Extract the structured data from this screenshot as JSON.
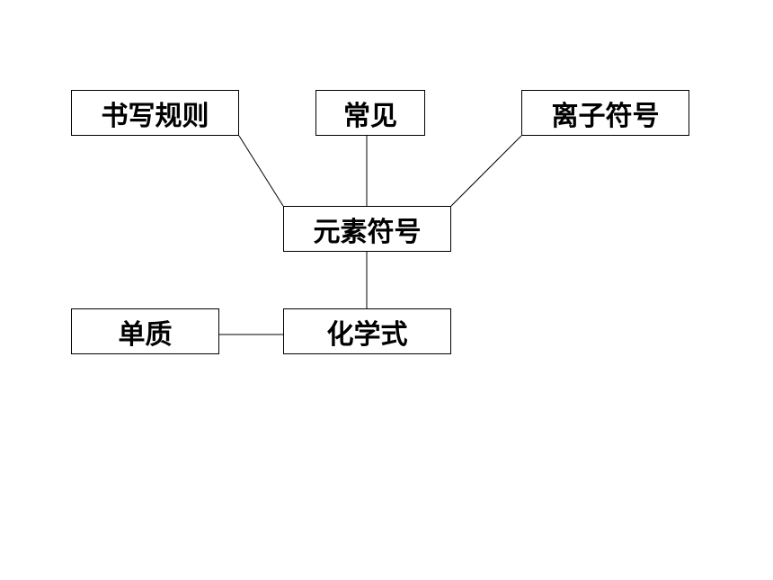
{
  "diagram": {
    "nodes": {
      "writing_rules": "书写规则",
      "common": "常见",
      "ion_symbol": "离子符号",
      "element_symbol": "元素符号",
      "simple_substance": "单质",
      "chemical_formula": "化学式"
    },
    "edges": [
      [
        "writing_rules",
        "element_symbol"
      ],
      [
        "common",
        "element_symbol"
      ],
      [
        "ion_symbol",
        "element_symbol"
      ],
      [
        "element_symbol",
        "chemical_formula"
      ],
      [
        "simple_substance",
        "chemical_formula"
      ]
    ],
    "colors": {
      "border": "#000000",
      "text": "#000000",
      "background": "#ffffff"
    }
  }
}
